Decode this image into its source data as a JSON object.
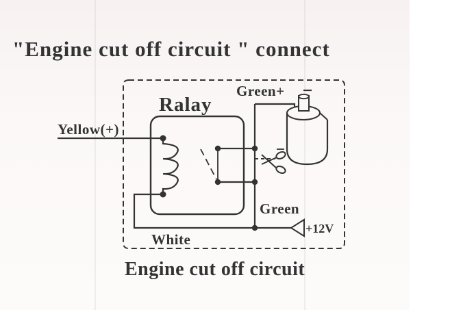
{
  "heading": "\"Engine cut off  circuit \" connect",
  "footer": "Engine cut off circuit",
  "relay_label": "Ralay",
  "wires": {
    "yellow": "Yellow(+)",
    "green_plus": "Green+",
    "green": "Green",
    "white": "White",
    "power": "+12V"
  }
}
